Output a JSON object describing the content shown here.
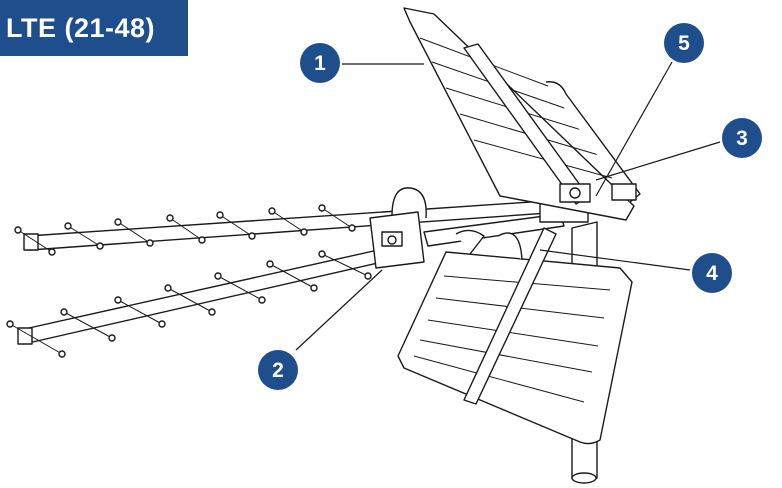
{
  "title": "LTE (21-48)",
  "colors": {
    "badge_bg": "#1f4e8c",
    "badge_text": "#ffffff",
    "callout_fill": "#1f4e8c",
    "line": "#1a1a1a"
  },
  "callouts": [
    {
      "id": "1",
      "label": "1"
    },
    {
      "id": "2",
      "label": "2"
    },
    {
      "id": "3",
      "label": "3"
    },
    {
      "id": "4",
      "label": "4"
    },
    {
      "id": "5",
      "label": "5"
    }
  ]
}
